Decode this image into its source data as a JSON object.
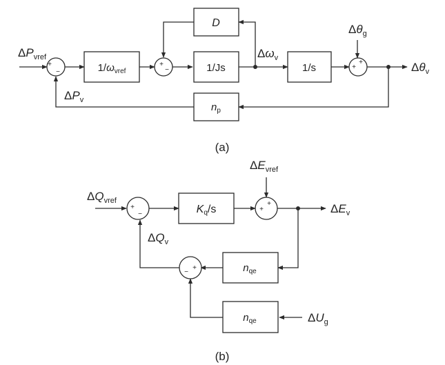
{
  "panel_a": {
    "caption": "(a)",
    "blocks": {
      "inv_omega": {
        "pre": "1/",
        "sym": "ω",
        "sub": "vref"
      },
      "inv_js": {
        "text": "1/Js"
      },
      "inv_s": {
        "text": "1/s"
      },
      "damping": {
        "sym": "D"
      },
      "np": {
        "sym": "n",
        "sub": "p"
      }
    },
    "signals": {
      "p_vref": {
        "delta": "Δ",
        "sym": "P",
        "sub": "vref"
      },
      "p_v": {
        "delta": "Δ",
        "sym": "P",
        "sub": "v"
      },
      "omega_v": {
        "delta": "Δ",
        "sym": "ω",
        "sub": "v"
      },
      "theta_g": {
        "delta": "Δ",
        "sym": "θ",
        "sub": "g"
      },
      "theta_v": {
        "delta": "Δ",
        "sym": "θ",
        "sub": "v"
      }
    },
    "junction_signs": {
      "sum1": {
        "a": "+",
        "b": "−"
      },
      "sum2": {
        "a": "+",
        "b": "−"
      },
      "sum3": {
        "a": "+",
        "b": "+"
      }
    }
  },
  "panel_b": {
    "caption": "(b)",
    "blocks": {
      "kq": {
        "sym": "K",
        "sub": "q",
        "post": "/s"
      },
      "nqe1": {
        "sym": "n",
        "sub": "qe"
      },
      "nqe2": {
        "sym": "n",
        "sub": "qe"
      }
    },
    "signals": {
      "q_vref": {
        "delta": "Δ",
        "sym": "Q",
        "sub": "vref"
      },
      "q_v": {
        "delta": "Δ",
        "sym": "Q",
        "sub": "v"
      },
      "e_vref": {
        "delta": "Δ",
        "sym": "E",
        "sub": "vref"
      },
      "e_v": {
        "delta": "Δ",
        "sym": "E",
        "sub": "v"
      },
      "u_g": {
        "delta": "Δ",
        "sym": "U",
        "sub": "g"
      }
    },
    "junction_signs": {
      "sum1": {
        "a": "+",
        "b": "−"
      },
      "sum2": {
        "a": "+",
        "b": "+"
      },
      "sum3": {
        "a": "−",
        "b": "+"
      }
    }
  }
}
